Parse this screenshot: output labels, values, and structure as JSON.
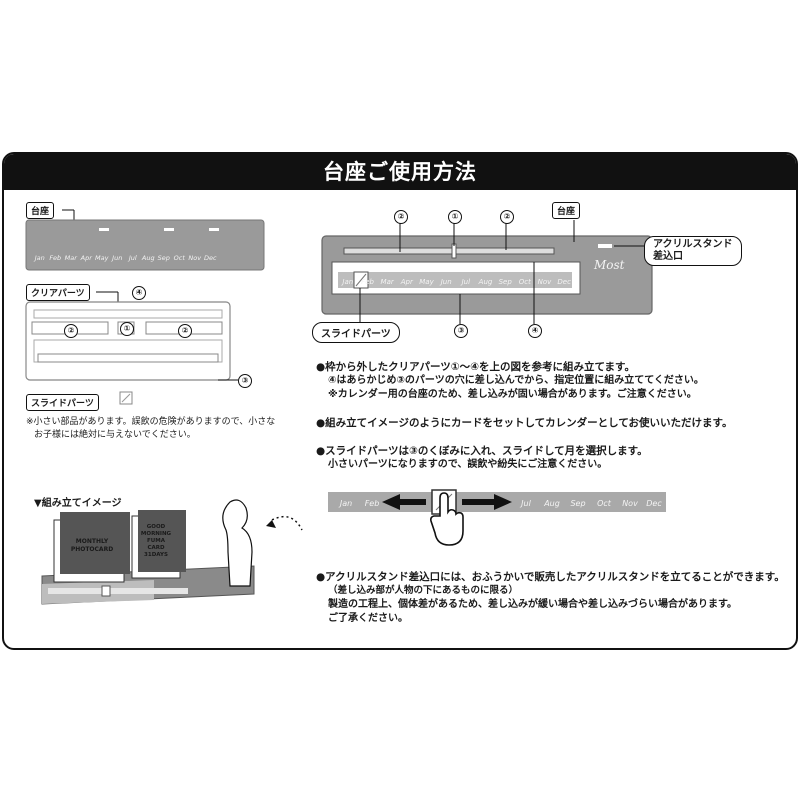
{
  "title": "台座ご使用方法",
  "left": {
    "base_label": "台座",
    "base_months": [
      "Jan",
      "Feb",
      "Mar",
      "Apr",
      "May",
      "Jun",
      "Jul",
      "Aug",
      "Sep",
      "Oct",
      "Nov",
      "Dec"
    ],
    "clear_parts_label": "クリアパーツ",
    "slide_parts_label": "スライドパーツ",
    "num1": "①",
    "num2": "②",
    "num3": "③",
    "num4": "④",
    "caution_line1": "※小さい部品があります。誤飲の危険がありますので、小さな",
    "caution_line2": "お子様には絶対に与えないでください。",
    "assembly_label": "▼組み立てイメージ",
    "card1": "MONTHLY PHOTOCARD",
    "card2_l1": "GOOD",
    "card2_l2": "MORNING",
    "card2_l3": "FUMA",
    "card2_l4": "CARD",
    "card2_l5": "31DAYS"
  },
  "right": {
    "base_label": "台座",
    "acrylic_label_l1": "アクリルスタンド",
    "acrylic_label_l2": "差込口",
    "slide_parts_label": "スライドパーツ",
    "diagram_months": [
      "Jan",
      "Feb",
      "Mar",
      "Apr",
      "May",
      "Jun",
      "Jul",
      "Aug",
      "Sep",
      "Oct",
      "Nov",
      "Dec"
    ],
    "strip_months": [
      "Jan",
      "Feb",
      "Jul",
      "Aug",
      "Sep",
      "Oct",
      "Nov",
      "Dec"
    ],
    "brand": "Most",
    "instr1_l1": "●枠から外したクリアパーツ①〜④を上の図を参考に組み立てます。",
    "instr1_l2": "④はあらかじめ③のパーツの穴に差し込んでから、指定位置に組み立ててください。",
    "instr1_l3": "※カレンダー用の台座のため、差し込みが固い場合があります。ご注意ください。",
    "instr2_l1": "●組み立てイメージのようにカードをセットしてカレンダーとしてお使いいただけます。",
    "instr3_l1": "●スライドパーツは③のくぼみに入れ、スライドして月を選択します。",
    "instr3_l2": "小さいパーツになりますので、誤飲や紛失にご注意ください。",
    "instr4_l1": "●アクリルスタンド差込口には、おふうかいで販売したアクリルスタンドを立てることができます。",
    "instr4_l2": "（差し込み部が人物の下にあるものに限る）",
    "instr4_l3": "製造の工程上、個体差があるため、差し込みが緩い場合や差し込みづらい場合があります。",
    "instr4_l4": "ご了承ください。"
  },
  "colors": {
    "ink": "#111111",
    "gray": "#9a9a9a",
    "light": "#d4d4d4",
    "panel": "#ececec"
  }
}
